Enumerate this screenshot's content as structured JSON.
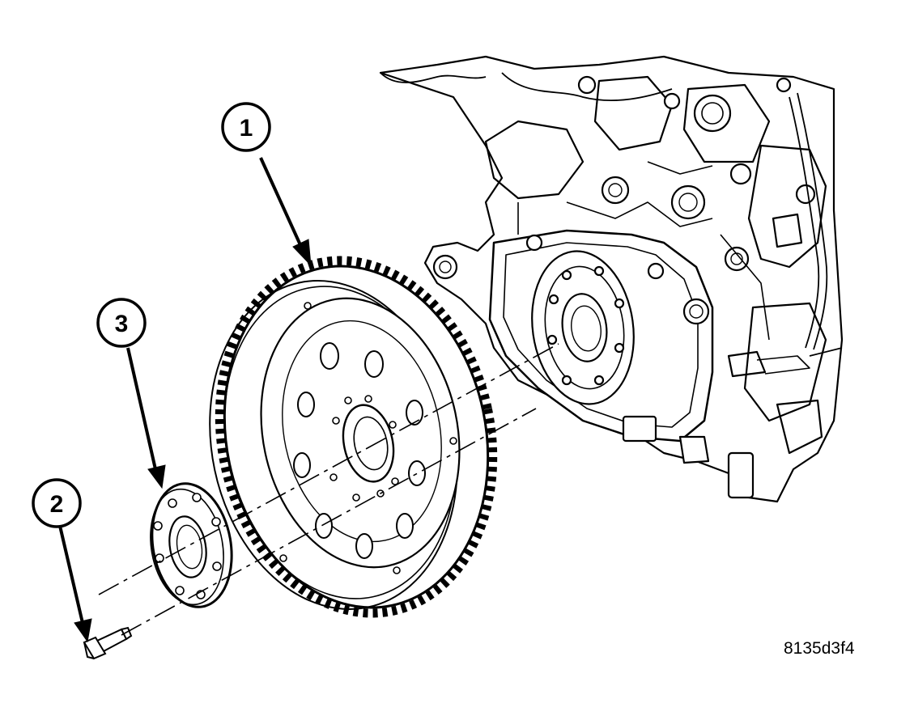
{
  "callouts": [
    {
      "id": "1",
      "label": "1"
    },
    {
      "id": "2",
      "label": "2"
    },
    {
      "id": "3",
      "label": "3"
    }
  ],
  "parts": [
    {
      "callout": "1",
      "name": "flywheel-with-ring-gear"
    },
    {
      "callout": "2",
      "name": "bolt"
    },
    {
      "callout": "3",
      "name": "reinforcement-plate"
    }
  ],
  "figure_code": "8135d3f4",
  "colors": {
    "line": "#000000",
    "background": "#ffffff"
  }
}
